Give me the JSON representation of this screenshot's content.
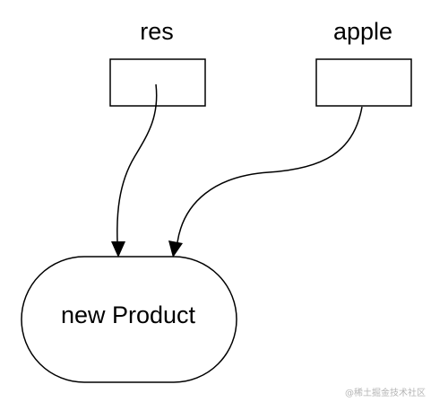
{
  "diagram": {
    "variables": [
      {
        "id": "res",
        "label": "res"
      },
      {
        "id": "apple",
        "label": "apple"
      }
    ],
    "object_node": {
      "label": "new Product"
    },
    "edges": [
      {
        "from": "res",
        "to": "object_node"
      },
      {
        "from": "apple",
        "to": "object_node"
      }
    ],
    "watermark": "@稀土掘金技术社区",
    "colors": {
      "stroke": "#000000",
      "background": "#ffffff",
      "watermark": "#b5b5b5"
    }
  }
}
